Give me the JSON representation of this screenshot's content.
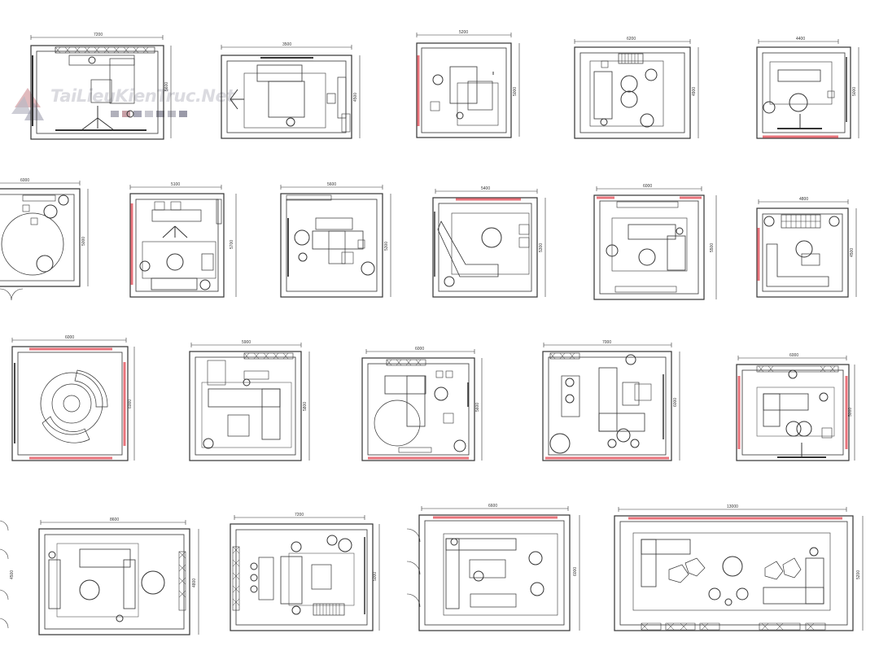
{
  "watermark": {
    "text": "TaiLieuKienTruc.Net",
    "colors": [
      "#d9a9ad",
      "#b9b9c4",
      "#9d9dad"
    ]
  },
  "colors": {
    "wall": "#222222",
    "window": "#e8737b",
    "line": "#333333"
  },
  "plans": [
    {
      "id": "p1",
      "w_label": "7200",
      "h_label": "5600"
    },
    {
      "id": "p2",
      "w_label": "3500",
      "h_label": "4500"
    },
    {
      "id": "p3",
      "w_label": "5200",
      "h_label": "5000"
    },
    {
      "id": "p4",
      "w_label": "6200",
      "h_label": "4900"
    },
    {
      "id": "p5",
      "w_label": "4400",
      "h_label": "5000"
    },
    {
      "id": "p6",
      "w_label": "6000",
      "h_label": "5000"
    },
    {
      "id": "p7",
      "w_label": "5100",
      "h_label": "5700"
    },
    {
      "id": "p8",
      "w_label": "5600",
      "h_label": "5300"
    },
    {
      "id": "p9",
      "w_label": "5400",
      "h_label": "5300"
    },
    {
      "id": "p10",
      "w_label": "6000",
      "h_label": "5500"
    },
    {
      "id": "p11",
      "w_label": "4800",
      "h_label": "4500"
    },
    {
      "id": "p12",
      "w_label": "6000",
      "h_label": "6000"
    },
    {
      "id": "p13",
      "w_label": "5900",
      "h_label": "5800"
    },
    {
      "id": "p14",
      "w_label": "6000",
      "h_label": "5600"
    },
    {
      "id": "p15",
      "w_label": "7000",
      "h_label": "6000"
    },
    {
      "id": "p16",
      "w_label": "6000",
      "h_label": "5000"
    },
    {
      "id": "p17",
      "w_label": "",
      "h_label": "4500"
    },
    {
      "id": "p18",
      "w_label": "8600",
      "h_label": "4800"
    },
    {
      "id": "p19",
      "w_label": "7200",
      "h_label": "5000"
    },
    {
      "id": "p20",
      "w_label": "6600",
      "h_label": "6000"
    },
    {
      "id": "p21",
      "w_label": "13000",
      "h_label": "5200"
    }
  ]
}
